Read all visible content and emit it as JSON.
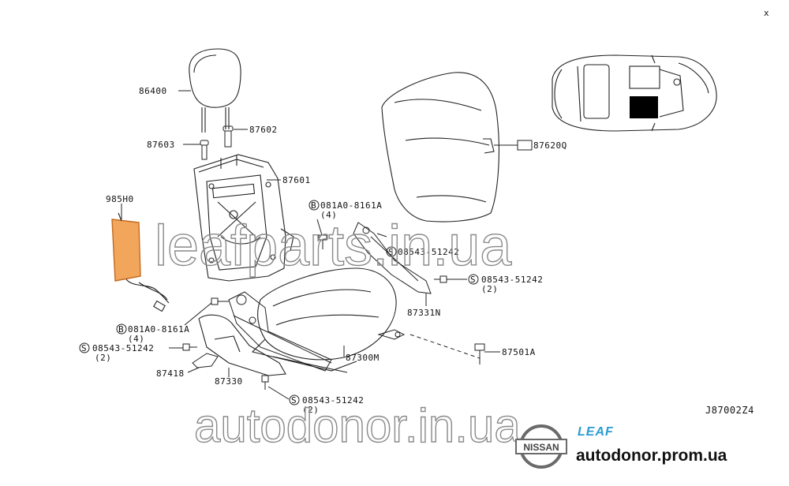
{
  "diagram_id": "J87002Z4",
  "corner_mark": "x",
  "parts": {
    "p86400": "86400",
    "p87602": "87602",
    "p87603": "87603",
    "p87601": "87601",
    "p985H0": "985H0",
    "p87620Q": "87620Q",
    "pB081A0_top": "081A0-8161A",
    "pB081A0_top_qty": "(4)",
    "pS08543_mid": "08543-51242",
    "pS08543_right": "08543-51242",
    "pS08543_right_qty": "(2)",
    "p87331N": "87331N",
    "pB081A0_left": "081A0-8161A",
    "pB081A0_left_qty": "(4)",
    "pS08543_left": "08543-51242",
    "pS08543_left_qty": "(2)",
    "p87418": "87418",
    "p87330": "87330",
    "p87300M": "87300M",
    "p87501A": "87501A",
    "pS08543_bottom": "08543-51242",
    "pS08543_bottom_qty": "(2)"
  },
  "markers": {
    "bolt": "B",
    "screw": "S"
  },
  "watermarks": {
    "top": "leafparts.in.ua",
    "bottom": "autodonor.in.ua"
  },
  "brand": {
    "logo": "NISSAN",
    "model": "LEAF",
    "site": "autodonor.prom.ua"
  },
  "colors": {
    "airbag_fill": "#f2a65c",
    "airbag_stroke": "#c46a1e",
    "leaf_blue": "#2c9bd6",
    "highlight_box": "#000000"
  }
}
